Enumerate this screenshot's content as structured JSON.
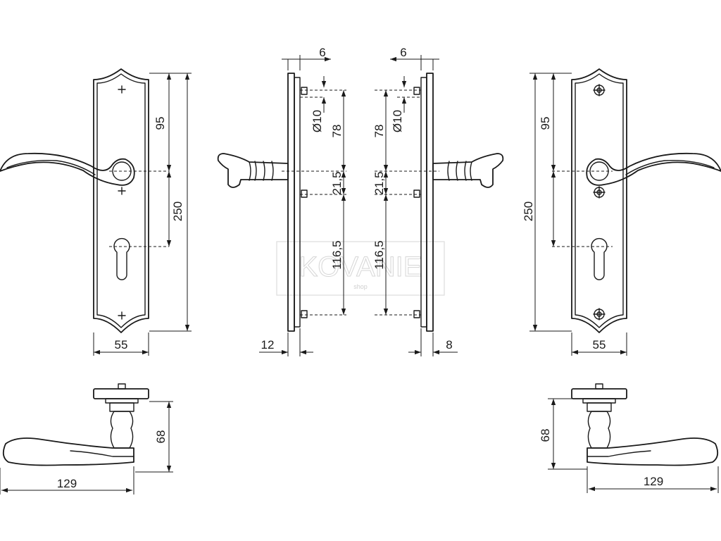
{
  "watermark": {
    "brand": "KOVANIE",
    "sub": "shop"
  },
  "front_left": {
    "height": "250",
    "upper": "95",
    "width": "55"
  },
  "side_left": {
    "offset": "6",
    "diameter": "Ø10",
    "d_top": "78",
    "d_mid": "21,5",
    "d_low": "116,5",
    "plate_depth": "12"
  },
  "side_right": {
    "offset": "6",
    "diameter": "Ø10",
    "d_top": "78",
    "d_mid": "21,5",
    "d_low": "116,5",
    "plate_depth": "8"
  },
  "front_right": {
    "height": "250",
    "upper": "95",
    "width": "55"
  },
  "top_left": {
    "projection": "68",
    "length": "129"
  },
  "top_right": {
    "projection": "68",
    "length": "129"
  }
}
